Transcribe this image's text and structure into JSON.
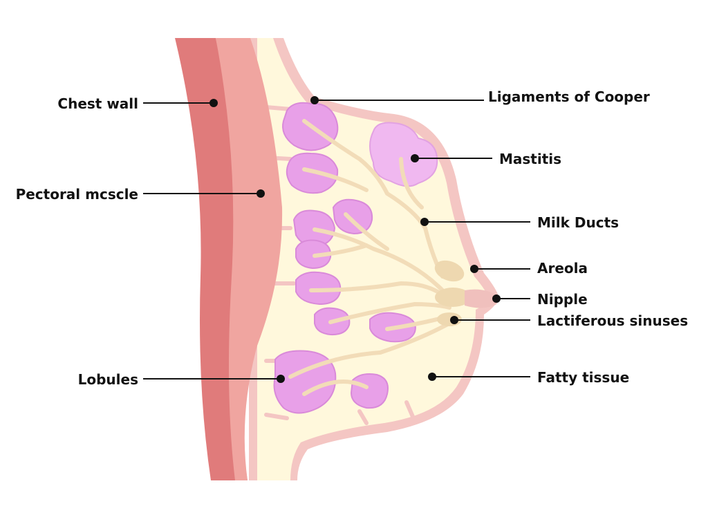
{
  "labels": {
    "chest_wall": "Chest wall",
    "pectoral_muscle": "Pectoral mcscle",
    "lobules": "Lobules",
    "ligaments_of_cooper": "Ligaments of Cooper",
    "mastitis": "Mastitis",
    "milk_ducts": "Milk Ducts",
    "areola": "Areola",
    "nipple": "Nipple",
    "lactiferous_sinuses": "Lactiferous sinuses",
    "fatty_tissue": "Fatty tissue"
  },
  "colors": {
    "chest_wall": "#e07b7b",
    "muscle": "#f0a5a0",
    "skin": "#f4c6c3",
    "fat": "#fff8dc",
    "lobule": "#e8a0e8",
    "duct": "#f2dcb8",
    "mastitis": "#f0b8f0",
    "areola": "#eed8b0",
    "label_text": "#111111"
  }
}
